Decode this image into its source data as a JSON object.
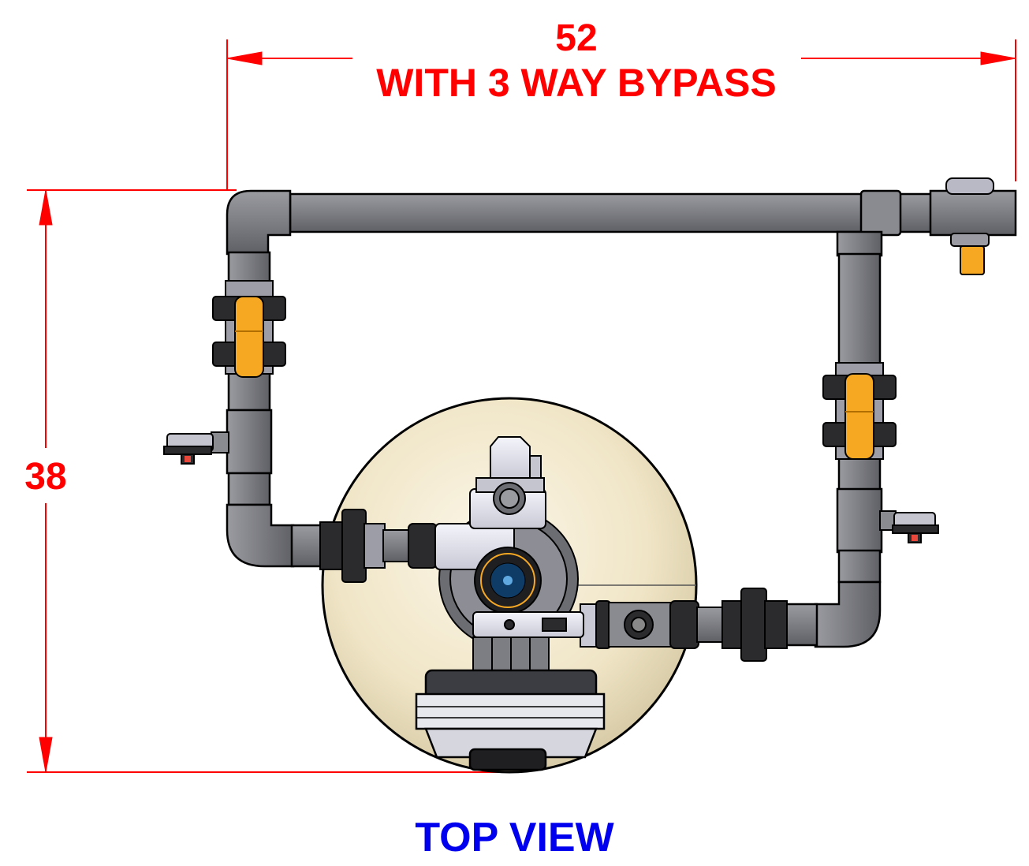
{
  "dimensions": {
    "width_value": "52",
    "width_note": "WITH 3 WAY BYPASS",
    "height_value": "38"
  },
  "view_title": "TOP VIEW",
  "colors": {
    "dimension": "#ff0000",
    "title": "#0000ee",
    "pipe": "#7f8086",
    "pipe_dark": "#5b5c61",
    "valve_handle": "#f7a823",
    "tank": "#f1e7cc",
    "outline": "#000000"
  }
}
